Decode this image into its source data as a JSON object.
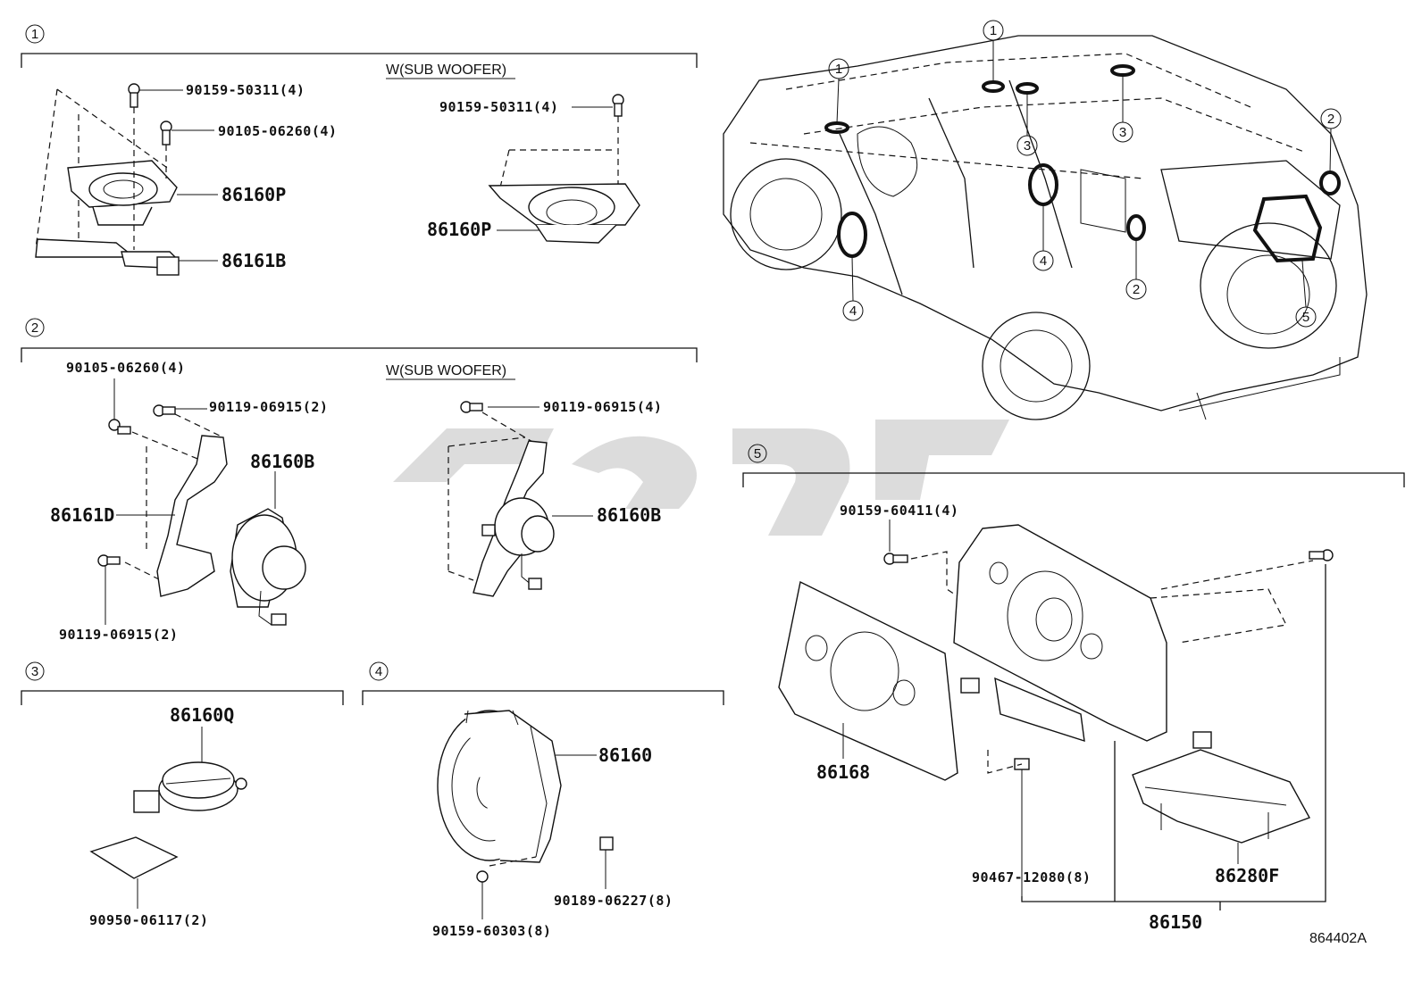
{
  "sections": {
    "s1": {
      "number": "1",
      "variant_label": "W(SUB WOOFER)"
    },
    "s2": {
      "number": "2",
      "variant_label": "W(SUB WOOFER)"
    },
    "s3": {
      "number": "3"
    },
    "s4": {
      "number": "4"
    },
    "s5": {
      "number": "5"
    }
  },
  "parts": {
    "s1_bolt_a": "90159-50311(4)",
    "s1_bolt_b": "90105-06260(4)",
    "s1_speaker": "86160P",
    "s1_bracket": "86161B",
    "s1_sw_bolt": "90159-50311(4)",
    "s1_sw_speaker": "86160P",
    "s2_bolt_a": "90105-06260(4)",
    "s2_bolt_b": "90119-06915(2)",
    "s2_speaker": "86160B",
    "s2_bracket": "86161D",
    "s2_bolt_c": "90119-06915(2)",
    "s2_sw_bolt": "90119-06915(4)",
    "s2_sw_speaker": "86160B",
    "s3_speaker": "86160Q",
    "s3_pad": "90950-06117(2)",
    "s4_speaker": "86160",
    "s4_clip": "90189-06227(8)",
    "s4_screw": "90159-60303(8)",
    "s5_bolt": "90159-60411(4)",
    "s5_panel": "86168",
    "s5_nut": "90467-12080(8)",
    "s5_amp": "86280F",
    "s5_assembly": "86150"
  },
  "vehicle_callouts": [
    "1",
    "1",
    "3",
    "2",
    "3",
    "4",
    "4",
    "2",
    "5"
  ],
  "diagram_ref": "864402A"
}
